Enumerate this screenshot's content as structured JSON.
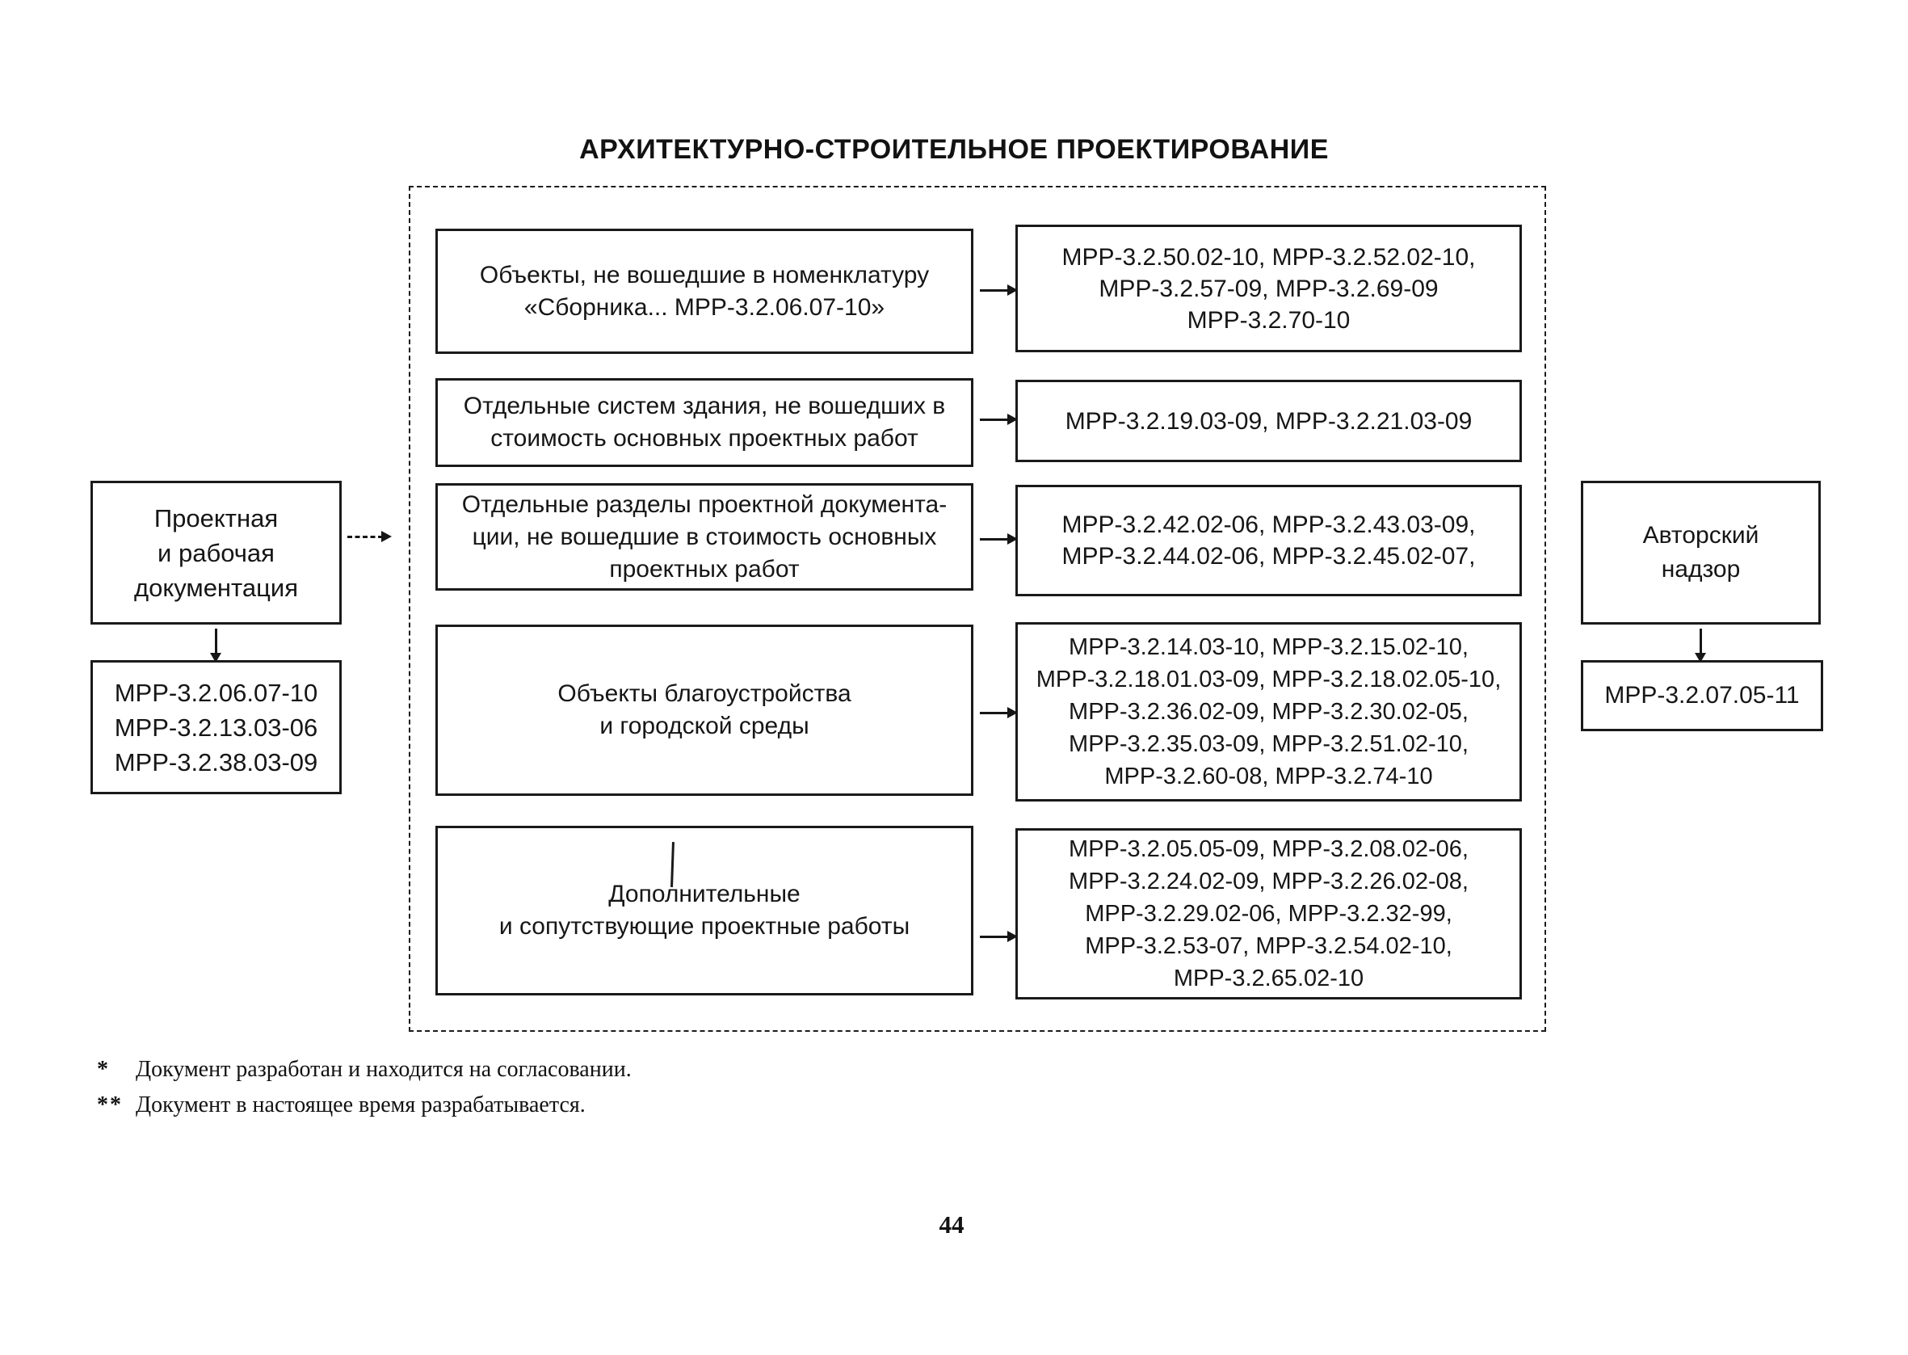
{
  "title": "АРХИТЕКТУРНО-СТРОИТЕЛЬНОЕ ПРОЕКТИРОВАНИЕ",
  "left_flow": {
    "source": "Проектная\nи рабочая\nдокументация",
    "codes": "МРР-3.2.06.07-10\nМРР-3.2.13.03-06\nМРР-3.2.38.03-09"
  },
  "right_flow": {
    "source": "Авторский\nнадзор",
    "codes": "МРР-3.2.07.05-11"
  },
  "rows": [
    {
      "label": "Объекты, не вошедшие в номенклатуру\n«Сборника... МРР-3.2.06.07-10»",
      "codes": "МРР-3.2.50.02-10, МРР-3.2.52.02-10,\nМРР-3.2.57-09, МРР-3.2.69-09\nМРР-3.2.70-10"
    },
    {
      "label": "Отдельные систем здания, не вошедших в\nстоимость основных проектных работ",
      "codes": "МРР-3.2.19.03-09, МРР-3.2.21.03-09"
    },
    {
      "label": "Отдельные разделы проектной документа-\nции, не вошедшие в стоимость основных\nпроектных работ",
      "codes": "МРР-3.2.42.02-06, МРР-3.2.43.03-09,\nМРР-3.2.44.02-06, МРР-3.2.45.02-07,"
    },
    {
      "label": "Объекты благоустройства\nи городской среды",
      "codes": "МРР-3.2.14.03-10, МРР-3.2.15.02-10,\nМРР-3.2.18.01.03-09, МРР-3.2.18.02.05-10,\nМРР-3.2.36.02-09, МРР-3.2.30.02-05,\nМРР-3.2.35.03-09, МРР-3.2.51.02-10,\nМРР-3.2.60-08, МРР-3.2.74-10"
    },
    {
      "label": "Дополнительные\nи сопутствующие проектные работы",
      "codes": "МРР-3.2.05.05-09, МРР-3.2.08.02-06,\nМРР-3.2.24.02-09, МРР-3.2.26.02-08,\nМРР-3.2.29.02-06, МРР-3.2.32-99,\nМРР-3.2.53-07, МРР-3.2.54.02-10,\nМРР-3.2.65.02-10"
    }
  ],
  "footnotes": [
    {
      "marker": "*",
      "text": "Документ разработан и находится на согласовании."
    },
    {
      "marker": "**",
      "text": "Документ в настоящее время разрабатывается."
    }
  ],
  "page_number": "44",
  "colors": {
    "ink": "#161616",
    "paper": "#ffffff"
  }
}
